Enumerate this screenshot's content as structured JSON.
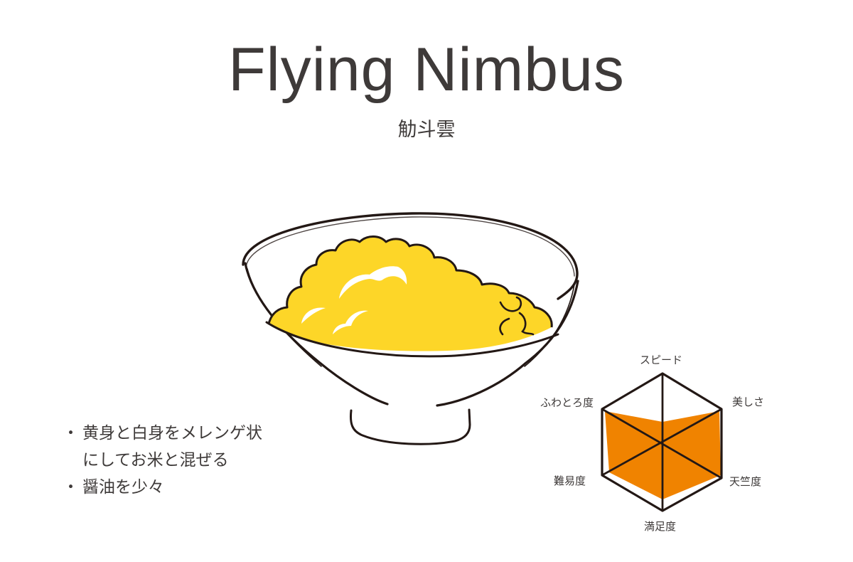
{
  "header": {
    "title": "Flying Nimbus",
    "subtitle": "觔斗雲"
  },
  "illustration": {
    "subject": "bowl-of-fluffy-egg-rice",
    "colors": {
      "egg_yellow": "#FDD628",
      "outline": "#231815",
      "bowl": "#FFFFFF"
    }
  },
  "notes": {
    "items": [
      {
        "bullet": "・",
        "text": "黄身と白身をメレンゲ状"
      },
      {
        "bullet": "",
        "text": "にしてお米と混ぜる"
      },
      {
        "bullet": "・",
        "text": "醤油を少々"
      }
    ]
  },
  "radar": {
    "labels": {
      "speed": "スピード",
      "beauty": "美しさ",
      "tenjiku": "天竺度",
      "satisfaction": "満足度",
      "difficulty": "難易度",
      "fluffy": "ふわとろ度"
    },
    "fill_color": "#F08300"
  },
  "chart_data": {
    "type": "radar",
    "title": "",
    "categories": [
      "スピード",
      "美しさ",
      "天竺度",
      "満足度",
      "難易度",
      "ふわとろ度"
    ],
    "values": [
      0.3,
      0.95,
      0.97,
      0.8,
      0.88,
      0.95
    ],
    "range": [
      0,
      1
    ],
    "grid": true
  }
}
